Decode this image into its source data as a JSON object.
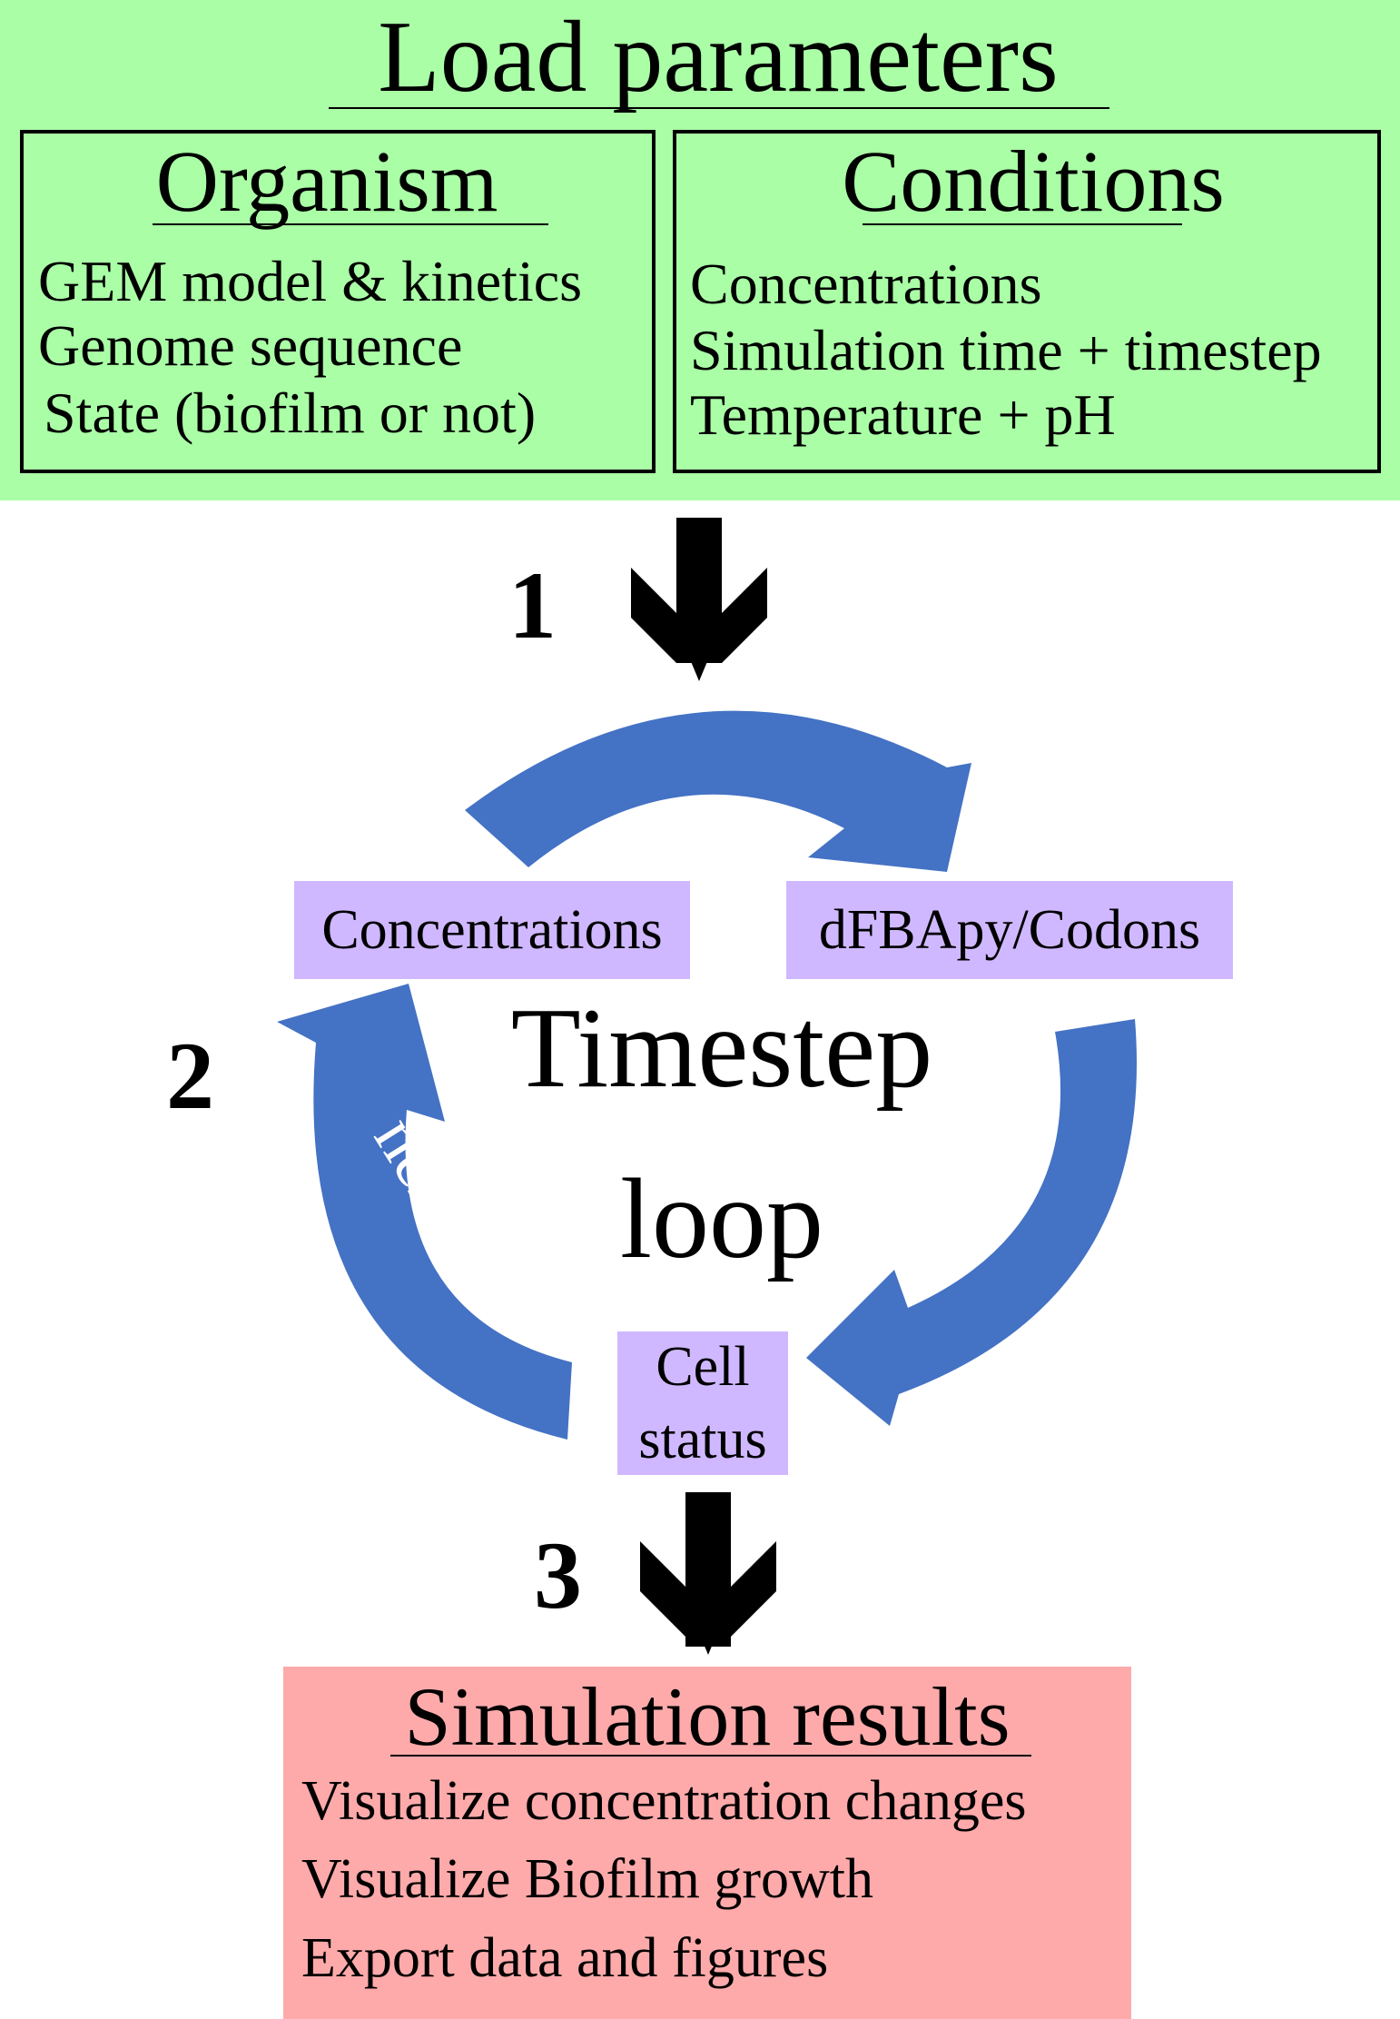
{
  "header": {
    "title": "Load parameters"
  },
  "organism": {
    "title": "Organism",
    "items": [
      "GEM model & kinetics",
      "Genome sequence",
      "State (biofilm or not)"
    ]
  },
  "conditions": {
    "title": "Conditions",
    "items": [
      "Concentrations",
      "Simulation time + timestep",
      "Temperature + pH"
    ]
  },
  "steps": {
    "one": "1",
    "two": "2",
    "three": "3"
  },
  "loop": {
    "node_left": "Concentrations",
    "node_right": "dFBApy/Codons",
    "node_bottom_line1": "Cell",
    "node_bottom_line2": "status",
    "center_line1": "Timestep",
    "center_line2": "loop",
    "arc_label": "next Δt"
  },
  "results": {
    "title": "Simulation results",
    "items": [
      "Visualize concentration changes",
      "Visualize Biofilm growth",
      "Export data and figures"
    ]
  },
  "colors": {
    "top_panel": "#aaffa6",
    "loop_arrow": "#4472c4",
    "loop_label": "#cfb8ff",
    "results_panel": "#ffaaaa"
  }
}
